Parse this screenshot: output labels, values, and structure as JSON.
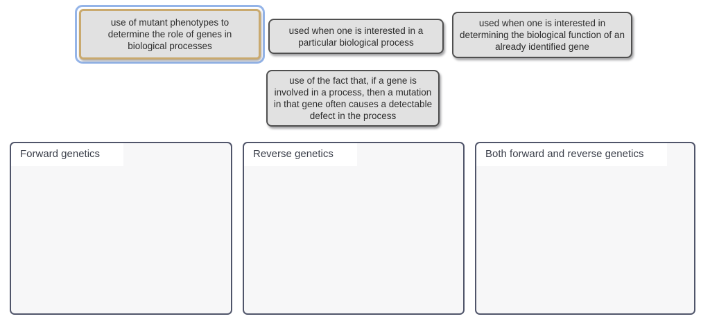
{
  "colors": {
    "page_background": "#ffffff",
    "chip_fill": "#e1e1e1",
    "chip_border": "#4f4f4f",
    "chip_text_color": "#2d2d2d",
    "selected_ring_blue": "#94b4e8",
    "selected_inner_gold": "#c9a96e",
    "bin_fill": "#f7f7f8",
    "bin_border": "#50556a",
    "bin_label_color": "#3b3f4a"
  },
  "chips": [
    {
      "id": "mutant-phenotypes",
      "text": "use of mutant phenotypes to determine the role of genes in biological processes",
      "selected": true
    },
    {
      "id": "particular-process",
      "text": "used when one is interested in a particular biological process",
      "selected": false
    },
    {
      "id": "identified-gene",
      "text": "used when one is interested in determining the biological function of an already identified gene",
      "selected": false
    },
    {
      "id": "detectable-defect",
      "text": "use of the fact that, if a gene is involved in a process, then a mutation in that gene often causes a detectable defect in the process",
      "selected": false
    }
  ],
  "bins": [
    {
      "label": "Forward genetics"
    },
    {
      "label": "Reverse genetics"
    },
    {
      "label": "Both forward and reverse genetics"
    }
  ]
}
